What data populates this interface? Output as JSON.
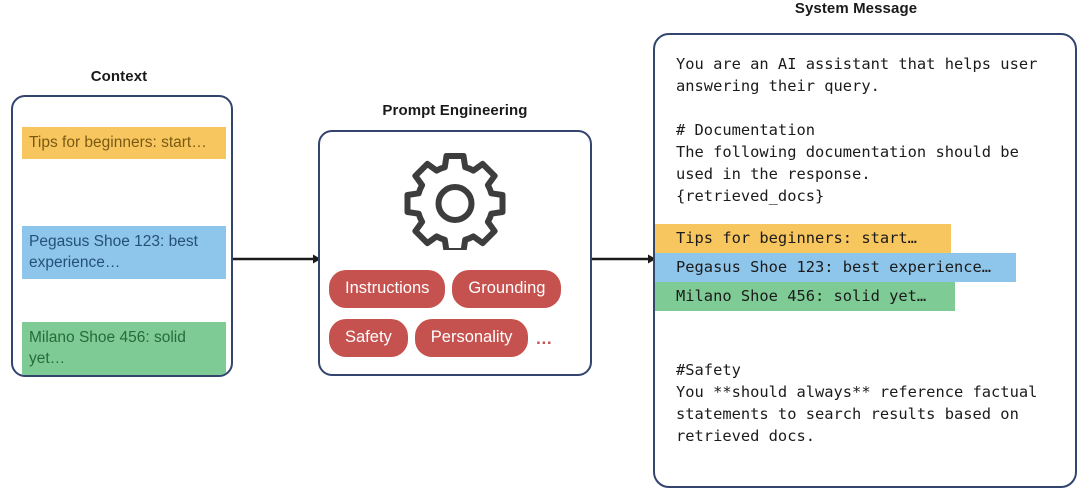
{
  "context": {
    "title": "Context",
    "chunks": [
      {
        "text": "Tips for beginners: start…",
        "color": "#f8c65e"
      },
      {
        "text": "Pegasus Shoe 123: best experience…",
        "color": "#8ec5ea"
      },
      {
        "text": "Milano Shoe 456: solid yet…",
        "color": "#7fcb96"
      }
    ]
  },
  "prompt_engineering": {
    "title": "Prompt Engineering",
    "icon": "gear-icon",
    "pills": [
      {
        "label": "Instructions"
      },
      {
        "label": "Grounding"
      },
      {
        "label": "Safety"
      },
      {
        "label": "Personality"
      }
    ],
    "ellipsis": "…",
    "pill_color": "#c6524f"
  },
  "arrows": [
    {
      "name": "arrow-context-to-prompt"
    },
    {
      "name": "arrow-prompt-to-system"
    }
  ],
  "system_message": {
    "title": "System Message",
    "intro": "You are an AI assistant that helps user\nanswering their query.",
    "documentation_heading": "# Documentation",
    "documentation_body": "# Documentation\nThe following documentation should be\nused in the response.\n{retrieved_docs}",
    "chunks": [
      {
        "text": "Tips for beginners: start…",
        "color": "#f8c65e"
      },
      {
        "text": "Pegasus Shoe 123: best experience…",
        "color": "#8ec5ea"
      },
      {
        "text": "Milano Shoe 456: solid yet…",
        "color": "#7fcb96"
      }
    ],
    "safety_heading": "#Safety",
    "safety_body": "#Safety\nYou **should always** reference factual\nstatements to search results based on\nretrieved docs."
  },
  "colors": {
    "border": "#33456e",
    "highlight_orange": "#f8c65e",
    "highlight_blue": "#8ec5ea",
    "highlight_green": "#7fcb96",
    "pill_red": "#c6524f",
    "gear": "#3d3d3d"
  }
}
